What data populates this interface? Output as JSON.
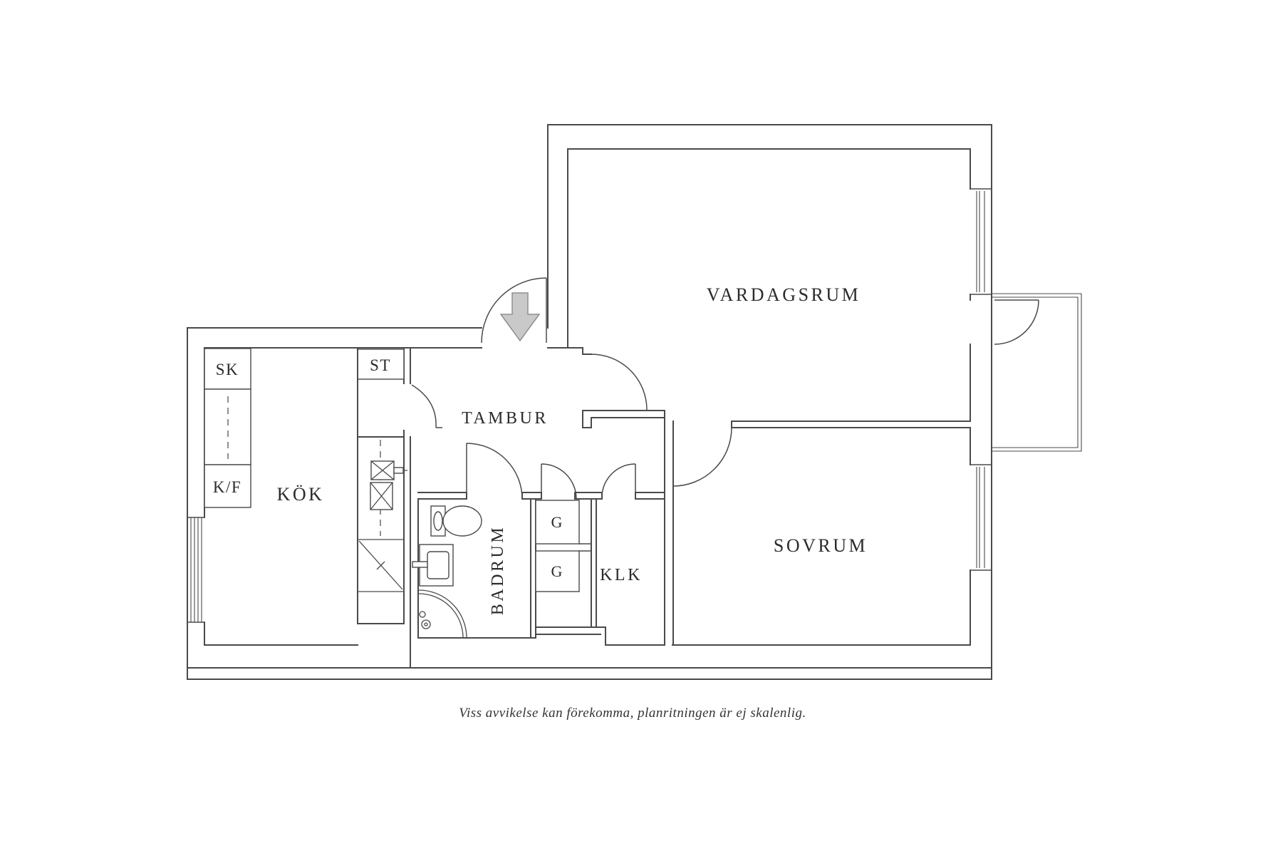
{
  "page": {
    "background": "#ffffff",
    "type": "floor-plan"
  },
  "colors": {
    "wall_line": "#4a4a4a",
    "arrow_fill": "#c9c9c9",
    "arrow_stroke": "#8f8f8f",
    "label_text": "#2b2b2b"
  },
  "rooms": {
    "living_room": "VARDAGSRUM",
    "bedroom": "SOVRUM",
    "kitchen": "KÖK",
    "hall": "TAMBUR",
    "bathroom": "BADRUM",
    "walk_in_closet": "KLK"
  },
  "fixtures": {
    "wardrobe_upper": "G",
    "wardrobe_lower": "G",
    "cleaning_cabinet": "SK",
    "fridge_freezer": "K/F",
    "storage_closet": "ST"
  },
  "icons": {
    "entrance_arrow": "entrance-arrow-icon"
  },
  "footer": {
    "disclaimer": "Viss avvikelse kan förekomma, planritningen är ej skalenlig."
  }
}
